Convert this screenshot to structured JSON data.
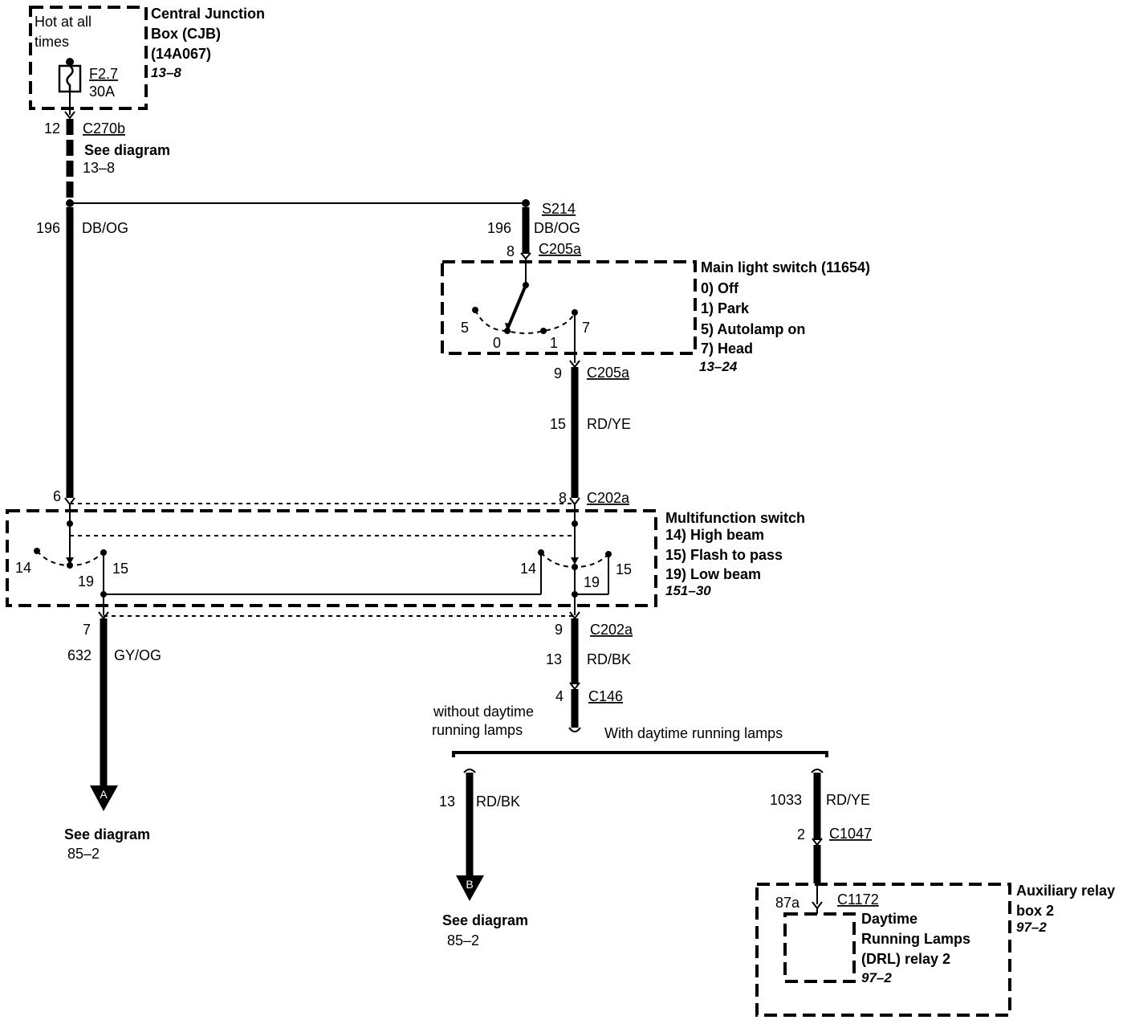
{
  "cjb": {
    "hot_label_1": "Hot at all",
    "hot_label_2": "times",
    "fuse_id": "F2.7",
    "fuse_rating": "30A",
    "title_1": "Central Junction",
    "title_2": "Box (CJB)",
    "part_no": "(14A067)",
    "ref": "13–8"
  },
  "c270b": {
    "pin": "12",
    "name": "C270b",
    "see_1": "See diagram",
    "see_2": "13–8"
  },
  "wire_left": {
    "circuit": "196",
    "color": "DB/OG"
  },
  "s214": {
    "name": "S214",
    "circuit": "196",
    "color": "DB/OG"
  },
  "c205a_top": {
    "pin": "8",
    "name": "C205a"
  },
  "main_switch": {
    "title": "Main light switch (11654)",
    "pos_0": "0) Off",
    "pos_1": "1) Park",
    "pos_5": "5) Autolamp on",
    "pos_7": "7) Head",
    "ref": "13–24",
    "contact_5": "5",
    "contact_0": "0",
    "contact_1": "1",
    "contact_7": "7"
  },
  "c205a_bottom": {
    "pin": "9",
    "name": "C205a"
  },
  "wire_rdye": {
    "circuit": "15",
    "color": "RD/YE"
  },
  "c202a_top": {
    "left_pin": "6",
    "right_pin": "8",
    "name": "C202a"
  },
  "multi_switch": {
    "title": "Multifunction switch",
    "pos_14": "14) High beam",
    "pos_15": "15) Flash to pass",
    "pos_19": "19) Low beam",
    "ref": "151–30",
    "l14": "14",
    "l19": "19",
    "l15": "15",
    "r14": "14",
    "r19": "19",
    "r15": "15"
  },
  "c202a_bottom": {
    "left_pin": "7",
    "right_pin": "9",
    "name": "C202a"
  },
  "wire_gyog": {
    "circuit": "632",
    "color": "GY/OG"
  },
  "wire_rdbk": {
    "circuit": "13",
    "color": "RD/BK"
  },
  "c146": {
    "pin": "4",
    "name": "C146"
  },
  "branch": {
    "without_1": "without daytime",
    "without_2": "running lamps",
    "with": "With daytime running lamps"
  },
  "arrow_a": {
    "letter": "A",
    "see_1": "See diagram",
    "see_2": "85–2"
  },
  "arrow_b": {
    "letter": "B",
    "see_1": "See diagram",
    "see_2": "85–2"
  },
  "wire_b": {
    "circuit": "13",
    "color": "RD/BK"
  },
  "wire_drl": {
    "circuit": "1033",
    "color": "RD/YE"
  },
  "c1047": {
    "pin": "2",
    "name": "C1047"
  },
  "aux_box": {
    "title_1": "Auxiliary relay",
    "title_2": "box 2",
    "ref": "97–2",
    "c1172_pin": "87a",
    "c1172_name": "C1172",
    "relay_1": "Daytime",
    "relay_2": "Running Lamps",
    "relay_3": "(DRL) relay 2",
    "relay_ref": "97–2"
  }
}
